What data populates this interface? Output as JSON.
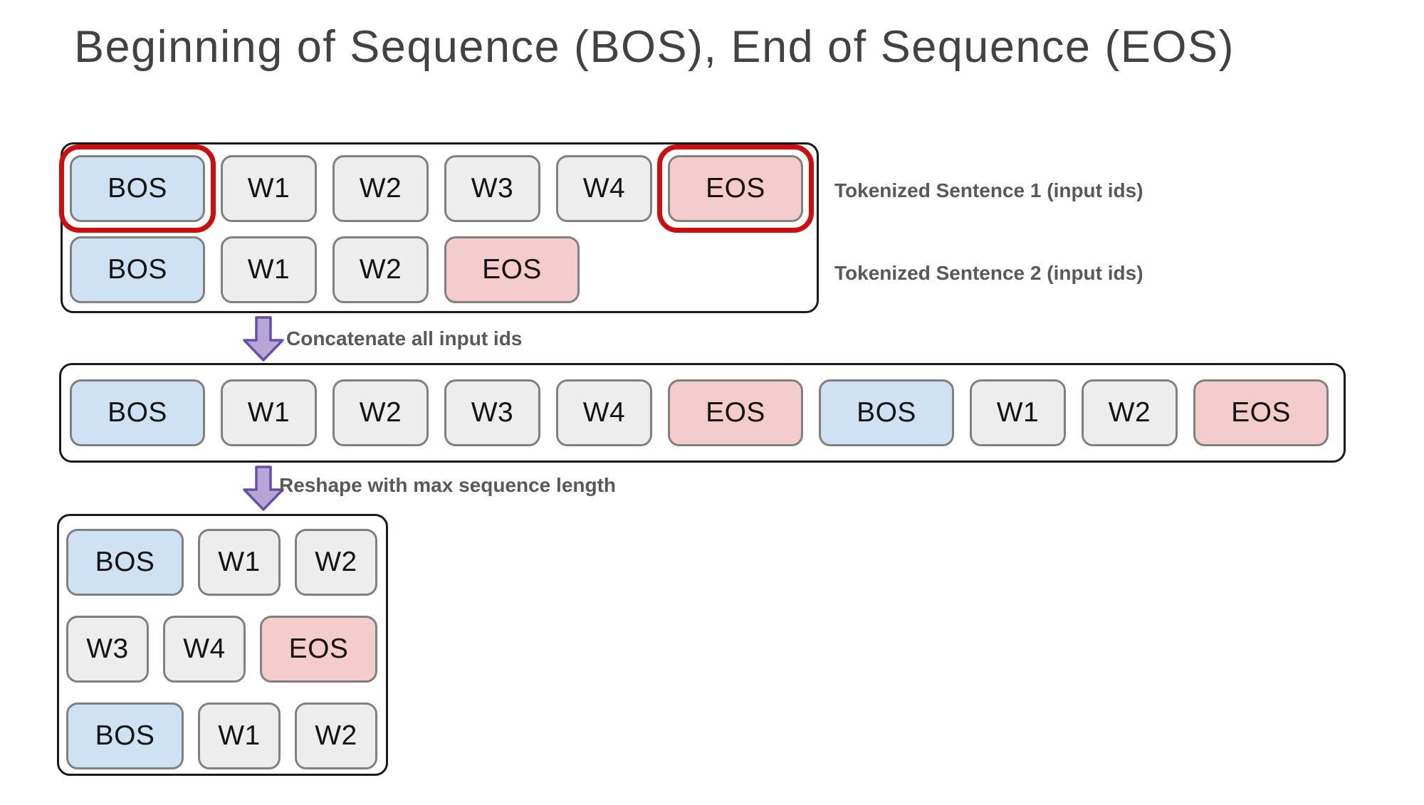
{
  "title": "Beginning of Sequence (BOS), End of Sequence (EOS)",
  "colors": {
    "bos-fill": "#cfe2f3",
    "eos-fill": "#f4cccc",
    "word-fill": "#ededed",
    "token-border": "#808080",
    "token-text": "#141414",
    "box-border": "#1a1a1a",
    "ring": "#cc0e0e",
    "arrow-fill": "#b4a7d6",
    "arrow-border": "#674ea7",
    "title-color": "#424242",
    "label-color": "#595959"
  },
  "top_section": {
    "rows": [
      {
        "caption": "Tokenized Sentence 1 (input ids)",
        "tokens": [
          {
            "label": "BOS",
            "type": "bos",
            "highlight": true
          },
          {
            "label": "W1",
            "type": "word"
          },
          {
            "label": "W2",
            "type": "word"
          },
          {
            "label": "W3",
            "type": "word"
          },
          {
            "label": "W4",
            "type": "word"
          },
          {
            "label": "EOS",
            "type": "eos",
            "highlight": true
          }
        ]
      },
      {
        "caption": "Tokenized Sentence 2 (input ids)",
        "tokens": [
          {
            "label": "BOS",
            "type": "bos"
          },
          {
            "label": "W1",
            "type": "word"
          },
          {
            "label": "W2",
            "type": "word"
          },
          {
            "label": "EOS",
            "type": "eos"
          }
        ]
      }
    ]
  },
  "arrows": [
    {
      "label": "Concatenate all input ids"
    },
    {
      "label": "Reshape with max sequence length"
    }
  ],
  "concat_section": {
    "tokens": [
      {
        "label": "BOS",
        "type": "bos"
      },
      {
        "label": "W1",
        "type": "word"
      },
      {
        "label": "W2",
        "type": "word"
      },
      {
        "label": "W3",
        "type": "word"
      },
      {
        "label": "W4",
        "type": "word"
      },
      {
        "label": "EOS",
        "type": "eos"
      },
      {
        "label": "BOS",
        "type": "bos"
      },
      {
        "label": "W1",
        "type": "word"
      },
      {
        "label": "W2",
        "type": "word"
      },
      {
        "label": "EOS",
        "type": "eos"
      }
    ]
  },
  "reshape_section": {
    "rows": [
      {
        "tokens": [
          {
            "label": "BOS",
            "type": "bos"
          },
          {
            "label": "W1",
            "type": "word"
          },
          {
            "label": "W2",
            "type": "word"
          }
        ]
      },
      {
        "tokens": [
          {
            "label": "W3",
            "type": "word"
          },
          {
            "label": "W4",
            "type": "word"
          },
          {
            "label": "EOS",
            "type": "eos"
          }
        ]
      },
      {
        "tokens": [
          {
            "label": "BOS",
            "type": "bos"
          },
          {
            "label": "W1",
            "type": "word"
          },
          {
            "label": "W2",
            "type": "word"
          }
        ]
      }
    ]
  }
}
